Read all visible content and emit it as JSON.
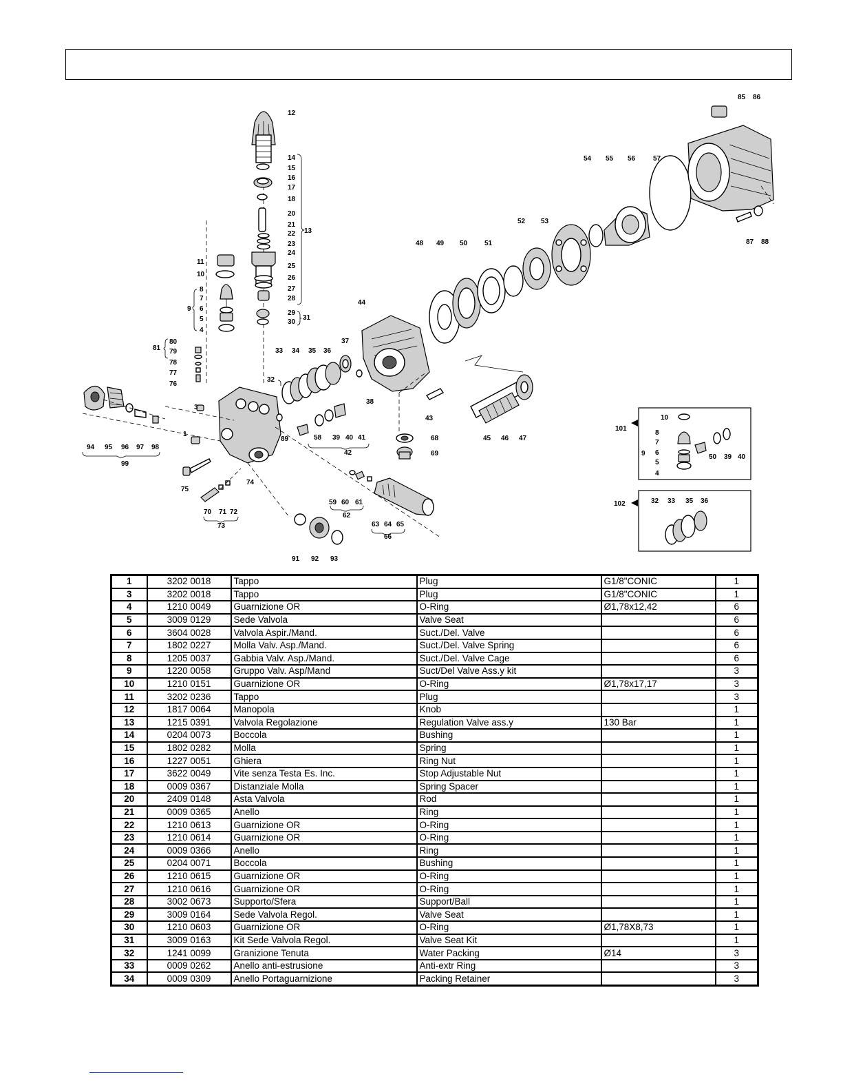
{
  "diagram": {
    "labels": [
      {
        "t": "12"
      },
      {
        "t": "14"
      },
      {
        "t": "15"
      },
      {
        "t": "16"
      },
      {
        "t": "17"
      },
      {
        "t": "18"
      },
      {
        "t": "20"
      },
      {
        "t": "21"
      },
      {
        "t": "22"
      },
      {
        "t": "23"
      },
      {
        "t": "24"
      },
      {
        "t": "25"
      },
      {
        "t": "26"
      },
      {
        "t": "27"
      },
      {
        "t": "28"
      },
      {
        "t": "13"
      },
      {
        "t": "29"
      },
      {
        "t": "30"
      },
      {
        "t": "31"
      },
      {
        "t": "11"
      },
      {
        "t": "10"
      },
      {
        "t": "8"
      },
      {
        "t": "7"
      },
      {
        "t": "6"
      },
      {
        "t": "5"
      },
      {
        "t": "4"
      },
      {
        "t": "9"
      },
      {
        "t": "81"
      },
      {
        "t": "80"
      },
      {
        "t": "79"
      },
      {
        "t": "78"
      },
      {
        "t": "77"
      },
      {
        "t": "76"
      },
      {
        "t": "3"
      },
      {
        "t": "1"
      },
      {
        "t": "89"
      },
      {
        "t": "74"
      },
      {
        "t": "75"
      },
      {
        "t": "70"
      },
      {
        "t": "71"
      },
      {
        "t": "72"
      },
      {
        "t": "73"
      },
      {
        "t": "94"
      },
      {
        "t": "95"
      },
      {
        "t": "96"
      },
      {
        "t": "97"
      },
      {
        "t": "98"
      },
      {
        "t": "99"
      },
      {
        "t": "32"
      },
      {
        "t": "33"
      },
      {
        "t": "34"
      },
      {
        "t": "35"
      },
      {
        "t": "36"
      },
      {
        "t": "37"
      },
      {
        "t": "38"
      },
      {
        "t": "58"
      },
      {
        "t": "39"
      },
      {
        "t": "40"
      },
      {
        "t": "41"
      },
      {
        "t": "42"
      },
      {
        "t": "44"
      },
      {
        "t": "43"
      },
      {
        "t": "68"
      },
      {
        "t": "69"
      },
      {
        "t": "59"
      },
      {
        "t": "60"
      },
      {
        "t": "61"
      },
      {
        "t": "62"
      },
      {
        "t": "63"
      },
      {
        "t": "64"
      },
      {
        "t": "65"
      },
      {
        "t": "66"
      },
      {
        "t": "91"
      },
      {
        "t": "92"
      },
      {
        "t": "93"
      },
      {
        "t": "48"
      },
      {
        "t": "49"
      },
      {
        "t": "50"
      },
      {
        "t": "51"
      },
      {
        "t": "52"
      },
      {
        "t": "53"
      },
      {
        "t": "54"
      },
      {
        "t": "55"
      },
      {
        "t": "56"
      },
      {
        "t": "57"
      },
      {
        "t": "85"
      },
      {
        "t": "86"
      },
      {
        "t": "87"
      },
      {
        "t": "88"
      },
      {
        "t": "45"
      },
      {
        "t": "46"
      },
      {
        "t": "47"
      },
      {
        "t": "101"
      },
      {
        "t": "10"
      },
      {
        "t": "8"
      },
      {
        "t": "7"
      },
      {
        "t": "6"
      },
      {
        "t": "5"
      },
      {
        "t": "4"
      },
      {
        "t": "9"
      },
      {
        "t": "50"
      },
      {
        "t": "39"
      },
      {
        "t": "40"
      },
      {
        "t": "102"
      },
      {
        "t": "32"
      },
      {
        "t": "33"
      },
      {
        "t": "35"
      },
      {
        "t": "36"
      }
    ]
  },
  "parts": [
    {
      "pos": "1",
      "code": "3202 0018",
      "it": "Tappo",
      "en": "Plug",
      "note": "G1/8\"CONIC",
      "qty": "1"
    },
    {
      "pos": "3",
      "code": "3202 0018",
      "it": "Tappo",
      "en": "Plug",
      "note": "G1/8\"CONIC",
      "qty": "1"
    },
    {
      "pos": "4",
      "code": "1210 0049",
      "it": "Guarnizione OR",
      "en": "O-Ring",
      "note": "Ø1,78x12,42",
      "qty": "6"
    },
    {
      "pos": "5",
      "code": "3009 0129",
      "it": "Sede Valvola",
      "en": "Valve Seat",
      "note": "",
      "qty": "6"
    },
    {
      "pos": "6",
      "code": "3604 0028",
      "it": "Valvola Aspir./Mand.",
      "en": "Suct./Del. Valve",
      "note": "",
      "qty": "6"
    },
    {
      "pos": "7",
      "code": "1802 0227",
      "it": "Molla Valv. Asp./Mand.",
      "en": "Suct./Del. Valve Spring",
      "note": "",
      "qty": "6"
    },
    {
      "pos": "8",
      "code": "1205 0037",
      "it": "Gabbia Valv. Asp./Mand.",
      "en": "Suct./Del. Valve Cage",
      "note": "",
      "qty": "6"
    },
    {
      "pos": "9",
      "code": "1220 0058",
      "it": "Gruppo Valv. Asp/Mand",
      "en": "Suct/Del Valve Ass.y kit",
      "note": "",
      "qty": "3"
    },
    {
      "pos": "10",
      "code": "1210 0151",
      "it": "Guarnizione OR",
      "en": "O-Ring",
      "note": "Ø1,78x17,17",
      "qty": "3"
    },
    {
      "pos": "11",
      "code": "3202 0236",
      "it": "Tappo",
      "en": "Plug",
      "note": "",
      "qty": "3"
    },
    {
      "pos": "12",
      "code": "1817 0064",
      "it": "Manopola",
      "en": "Knob",
      "note": "",
      "qty": "1"
    },
    {
      "pos": "13",
      "code": "1215 0391",
      "it": "Valvola Regolazione",
      "en": "Regulation Valve ass.y",
      "note": "130 Bar",
      "qty": "1"
    },
    {
      "pos": "14",
      "code": "0204 0073",
      "it": "Boccola",
      "en": "Bushing",
      "note": "",
      "qty": "1"
    },
    {
      "pos": "15",
      "code": "1802 0282",
      "it": "Molla",
      "en": "Spring",
      "note": "",
      "qty": "1"
    },
    {
      "pos": "16",
      "code": "1227 0051",
      "it": "Ghiera",
      "en": "Ring Nut",
      "note": "",
      "qty": "1"
    },
    {
      "pos": "17",
      "code": "3622 0049",
      "it": "Vite senza Testa Es. Inc.",
      "en": "Stop Adjustable Nut",
      "note": "",
      "qty": "1"
    },
    {
      "pos": "18",
      "code": "0009 0367",
      "it": "Distanziale Molla",
      "en": "Spring Spacer",
      "note": "",
      "qty": "1"
    },
    {
      "pos": "20",
      "code": "2409 0148",
      "it": "Asta Valvola",
      "en": "Rod",
      "note": "",
      "qty": "1"
    },
    {
      "pos": "21",
      "code": "0009 0365",
      "it": "Anello",
      "en": "Ring",
      "note": "",
      "qty": "1"
    },
    {
      "pos": "22",
      "code": "1210 0613",
      "it": "Guarnizione OR",
      "en": "O-Ring",
      "note": "",
      "qty": "1"
    },
    {
      "pos": "23",
      "code": "1210 0614",
      "it": "Guarnizione OR",
      "en": "O-Ring",
      "note": "",
      "qty": "1"
    },
    {
      "pos": "24",
      "code": "0009 0366",
      "it": "Anello",
      "en": "Ring",
      "note": "",
      "qty": "1"
    },
    {
      "pos": "25",
      "code": "0204 0071",
      "it": "Boccola",
      "en": "Bushing",
      "note": "",
      "qty": "1"
    },
    {
      "pos": "26",
      "code": "1210 0615",
      "it": "Guarnizione OR",
      "en": "O-Ring",
      "note": "",
      "qty": "1"
    },
    {
      "pos": "27",
      "code": "1210 0616",
      "it": "Guarnizione OR",
      "en": "O-Ring",
      "note": "",
      "qty": "1"
    },
    {
      "pos": "28",
      "code": "3002 0673",
      "it": "Supporto/Sfera",
      "en": "Support/Ball",
      "note": "",
      "qty": "1"
    },
    {
      "pos": "29",
      "code": "3009 0164",
      "it": "Sede Valvola Regol.",
      "en": "Valve Seat",
      "note": "",
      "qty": "1"
    },
    {
      "pos": "30",
      "code": "1210 0603",
      "it": "Guarnizione OR",
      "en": "O-Ring",
      "note": "Ø1,78X8,73",
      "qty": "1"
    },
    {
      "pos": "31",
      "code": "3009 0163",
      "it": "Kit Sede Valvola Regol.",
      "en": "Valve Seat Kit",
      "note": "",
      "qty": "1"
    },
    {
      "pos": "32",
      "code": "1241 0099",
      "it": "Granizione Tenuta",
      "en": "Water Packing",
      "note": "Ø14",
      "qty": "3"
    },
    {
      "pos": "33",
      "code": "0009 0262",
      "it": "Anello anti-estrusione",
      "en": "Anti-extr Ring",
      "note": "",
      "qty": "3"
    },
    {
      "pos": "34",
      "code": "0009 0309",
      "it": "Anello Portaguarnizione",
      "en": "Packing Retainer",
      "note": "",
      "qty": "3"
    }
  ]
}
